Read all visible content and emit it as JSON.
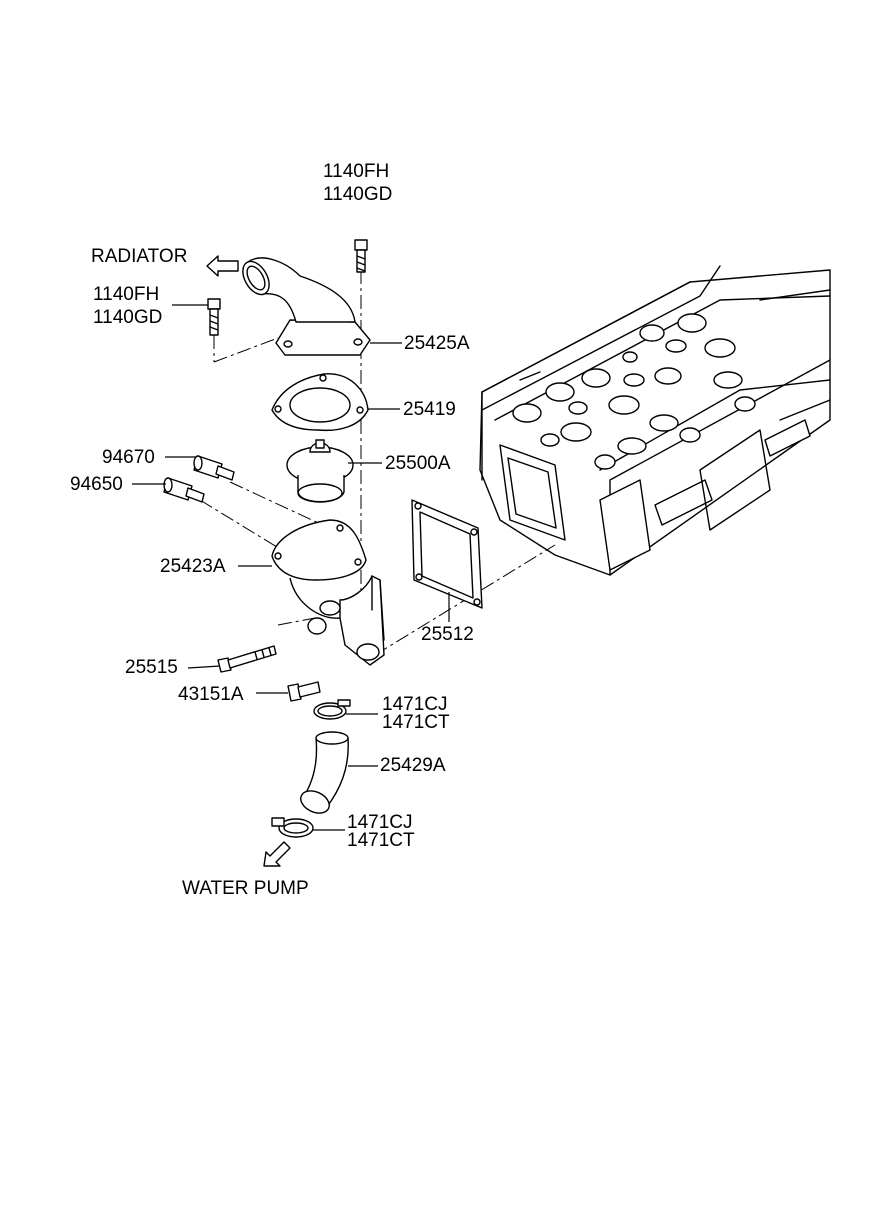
{
  "labels": {
    "top_bolt_a": "1140FH",
    "top_bolt_b": "1140GD",
    "radiator": "RADIATOR",
    "side_bolt_a": "1140FH",
    "side_bolt_b": "1140GD",
    "outlet_fitting": "25425A",
    "gasket_upper": "25419",
    "thermostat": "25500A",
    "sensor_a": "94670",
    "sensor_b": "94650",
    "housing": "25423A",
    "gasket_block": "25512",
    "long_bolt": "25515",
    "short_bolt": "43151A",
    "clamp_upper_a": "1471CJ",
    "clamp_upper_b": "1471CT",
    "hose": "25429A",
    "clamp_lower_a": "1471CJ",
    "clamp_lower_b": "1471CT",
    "water_pump": "WATER PUMP"
  },
  "icons": {
    "radiator_arrow": "hollow-arrow-left-icon",
    "water_pump_arrow": "hollow-arrow-down-left-icon"
  }
}
